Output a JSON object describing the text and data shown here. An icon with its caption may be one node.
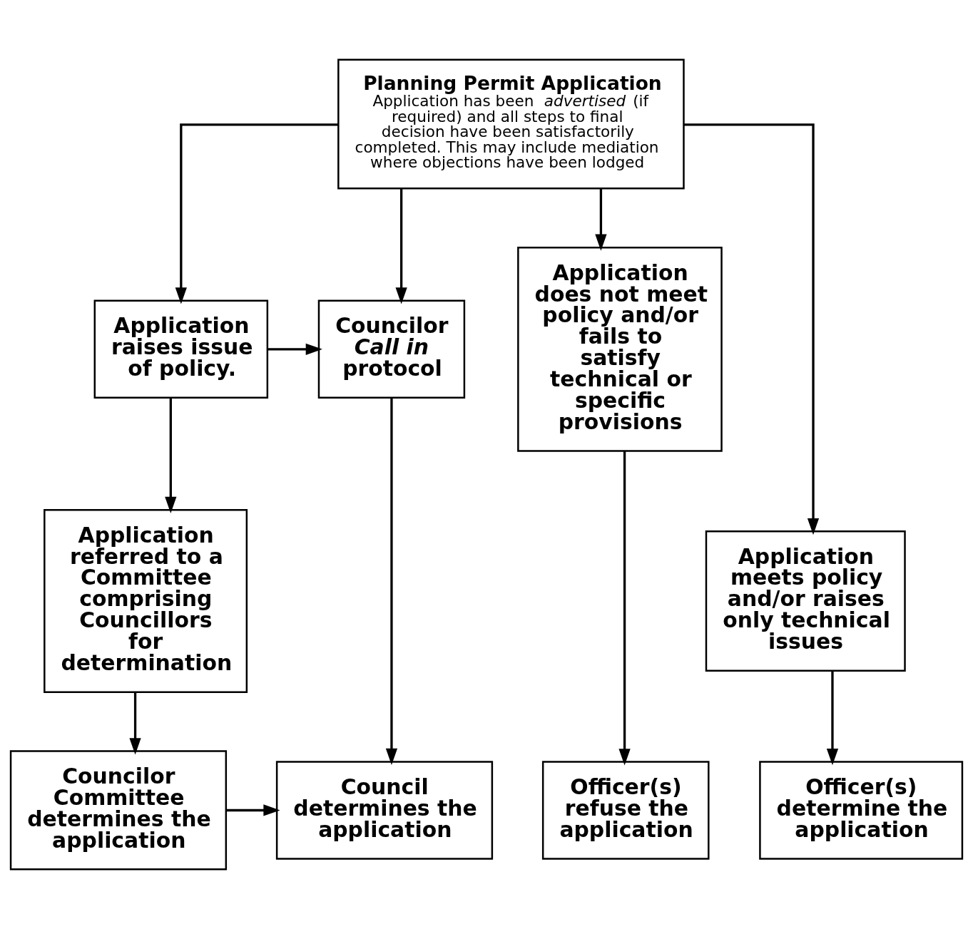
{
  "diagram": {
    "nodes": [
      {
        "text": [
          "Planning Permit Application",
          "Application has been *advertised* (if required) and all steps to final decision have been satisfactorily completed. This may include mediation where objections have been lodged"
        ]
      },
      {
        "text": [
          "Councilor *Call in* protocol"
        ]
      },
      {
        "text": [
          "Application raises issue of policy."
        ]
      },
      {
        "text": [
          "Application does not meet policy and/or fails to satisfy technical or specific provisions"
        ]
      },
      {
        "text": [
          "Application referred to a Committee comprising Councillors for determination"
        ]
      },
      {
        "text": [
          "Application meets policy and/or raises only technical issues"
        ]
      },
      {
        "text": [
          "Council determines the application"
        ]
      },
      {
        "text": [
          "Councilor Committee determines the application"
        ]
      },
      {
        "text": [
          "Officer(s) determine the application"
        ]
      },
      {
        "text": [
          "Officer(s) refuse the application"
        ]
      }
    ],
    "edges": [
      {
        "from": 0,
        "to": 1,
        "arrow": "to"
      },
      {
        "from": 0,
        "to": 2,
        "arrow": "to"
      },
      {
        "from": 0,
        "to": 5,
        "arrow": "to"
      },
      {
        "from": 0,
        "to": 3,
        "arrow": "to"
      },
      {
        "from": 2,
        "to": 1,
        "arrow": "to"
      },
      {
        "from": 2,
        "to": 4,
        "arrow": "to"
      },
      {
        "from": 1,
        "to": 6,
        "arrow": "to"
      },
      {
        "from": 4,
        "to": 7,
        "arrow": "to"
      },
      {
        "from": 5,
        "to": 8,
        "arrow": "to"
      },
      {
        "from": 3,
        "to": 9,
        "arrow": "to"
      },
      {
        "from": 7,
        "to": 6,
        "arrow": "to"
      }
    ]
  }
}
